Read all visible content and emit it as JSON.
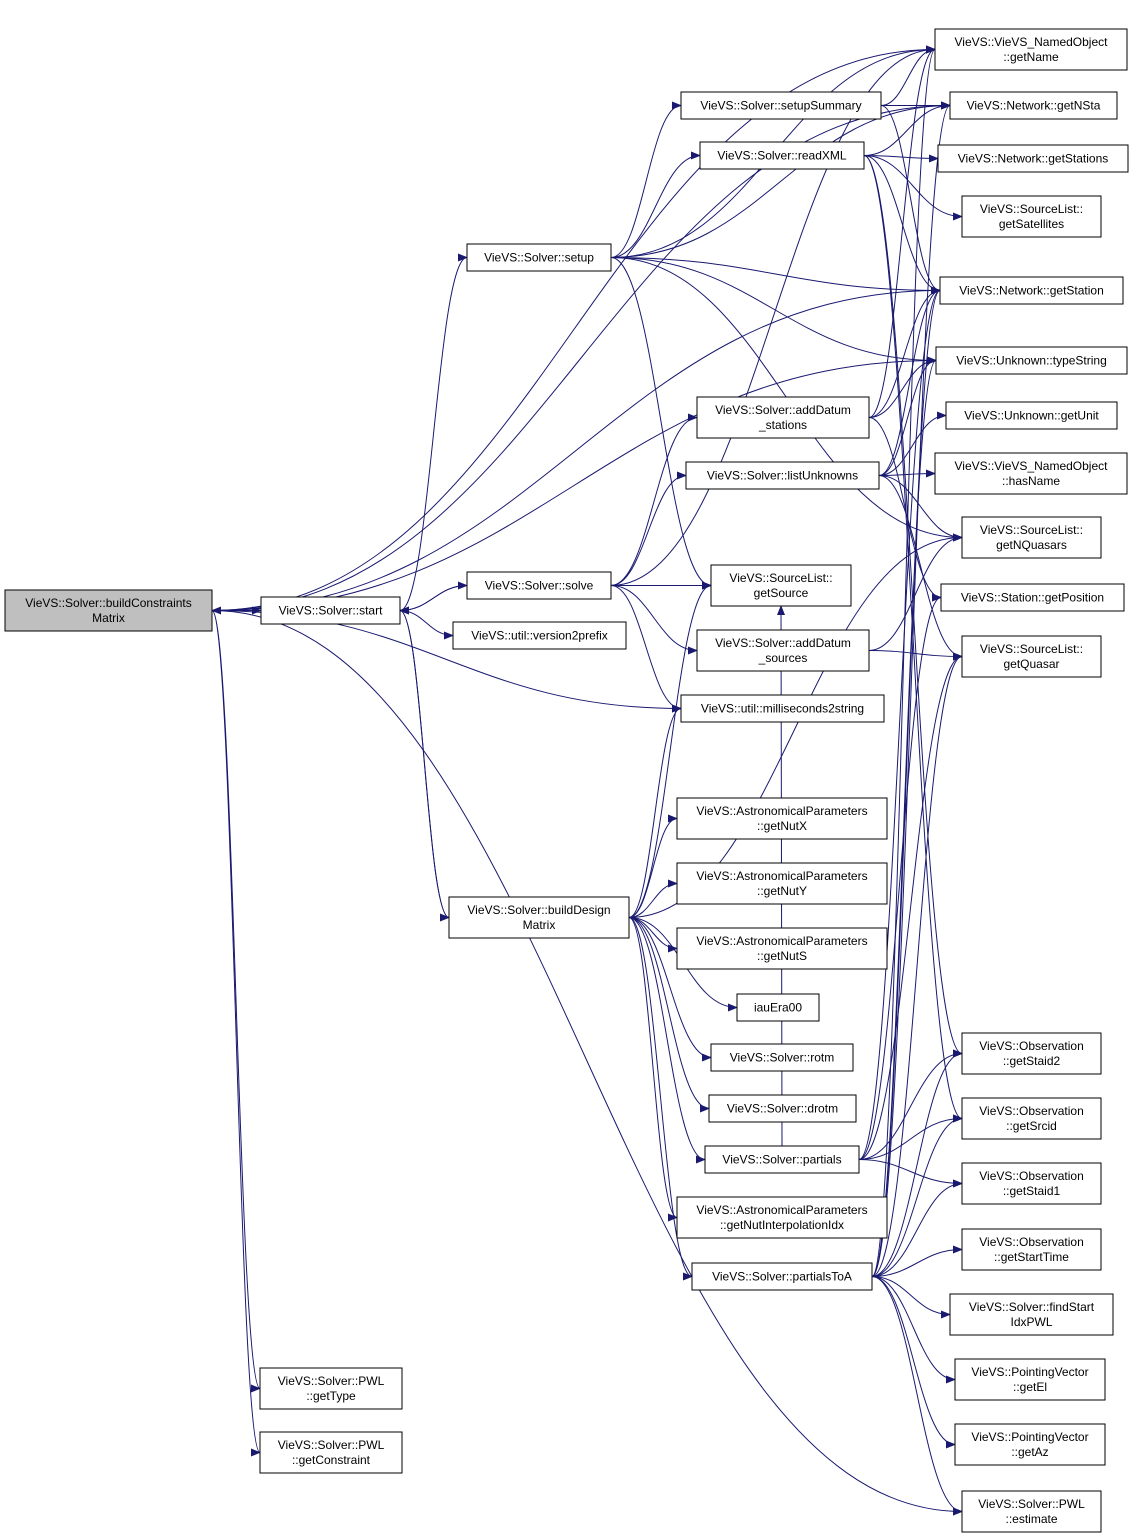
{
  "colors": {
    "edge": "#191970",
    "node_border": "#000000",
    "root_fill": "#bfbfbf",
    "node_fill": "#ffffff"
  },
  "nodes": [
    {
      "id": "bcm",
      "lines": [
        "VieVS::Solver::buildConstraints",
        "Matrix"
      ],
      "root": true
    },
    {
      "id": "start",
      "lines": [
        "VieVS::Solver::start"
      ]
    },
    {
      "id": "setup",
      "lines": [
        "VieVS::Solver::setup"
      ]
    },
    {
      "id": "solve",
      "lines": [
        "VieVS::Solver::solve"
      ]
    },
    {
      "id": "bdm",
      "lines": [
        "VieVS::Solver::buildDesign",
        "Matrix"
      ]
    },
    {
      "id": "pwltype",
      "lines": [
        "VieVS::Solver::PWL",
        "::getType"
      ]
    },
    {
      "id": "pwlcons",
      "lines": [
        "VieVS::Solver::PWL",
        "::getConstraint"
      ]
    },
    {
      "id": "setupsum",
      "lines": [
        "VieVS::Solver::setupSummary"
      ]
    },
    {
      "id": "readxml",
      "lines": [
        "VieVS::Solver::readXML"
      ]
    },
    {
      "id": "adds",
      "lines": [
        "VieVS::Solver::addDatum",
        "_stations"
      ]
    },
    {
      "id": "listu",
      "lines": [
        "VieVS::Solver::listUnknowns"
      ]
    },
    {
      "id": "getsource",
      "lines": [
        "VieVS::SourceList::",
        "getSource"
      ]
    },
    {
      "id": "adsrc",
      "lines": [
        "VieVS::Solver::addDatum",
        "_sources"
      ]
    },
    {
      "id": "v2p",
      "lines": [
        "VieVS::util::version2prefix"
      ]
    },
    {
      "id": "ms2s",
      "lines": [
        "VieVS::util::milliseconds2string"
      ]
    },
    {
      "id": "nutx",
      "lines": [
        "VieVS::AstronomicalParameters",
        "::getNutX"
      ]
    },
    {
      "id": "nuty",
      "lines": [
        "VieVS::AstronomicalParameters",
        "::getNutY"
      ]
    },
    {
      "id": "nuts",
      "lines": [
        "VieVS::AstronomicalParameters",
        "::getNutS"
      ]
    },
    {
      "id": "era",
      "lines": [
        "iauEra00"
      ]
    },
    {
      "id": "rotm",
      "lines": [
        "VieVS::Solver::rotm"
      ]
    },
    {
      "id": "drotm",
      "lines": [
        "VieVS::Solver::drotm"
      ]
    },
    {
      "id": "partials",
      "lines": [
        "VieVS::Solver::partials"
      ]
    },
    {
      "id": "nutidx",
      "lines": [
        "VieVS::AstronomicalParameters",
        "::getNutInterpolationIdx"
      ]
    },
    {
      "id": "ptoa",
      "lines": [
        "VieVS::Solver::partialsToA"
      ]
    },
    {
      "id": "getname",
      "lines": [
        "VieVS::VieVS_NamedObject",
        "::getName"
      ]
    },
    {
      "id": "getnsta",
      "lines": [
        "VieVS::Network::getNSta"
      ]
    },
    {
      "id": "getstations",
      "lines": [
        "VieVS::Network::getStations"
      ]
    },
    {
      "id": "getsats",
      "lines": [
        "VieVS::SourceList::",
        "getSatellites"
      ]
    },
    {
      "id": "getstation",
      "lines": [
        "VieVS::Network::getStation"
      ]
    },
    {
      "id": "typestr",
      "lines": [
        "VieVS::Unknown::typeString"
      ]
    },
    {
      "id": "getunit",
      "lines": [
        "VieVS::Unknown::getUnit"
      ]
    },
    {
      "id": "hasname",
      "lines": [
        "VieVS::VieVS_NamedObject",
        "::hasName"
      ]
    },
    {
      "id": "getnq",
      "lines": [
        "VieVS::SourceList::",
        "getNQuasars"
      ]
    },
    {
      "id": "getpos",
      "lines": [
        "VieVS::Station::getPosition"
      ]
    },
    {
      "id": "getq",
      "lines": [
        "VieVS::SourceList::",
        "getQuasar"
      ]
    },
    {
      "id": "staid2",
      "lines": [
        "VieVS::Observation",
        "::getStaid2"
      ]
    },
    {
      "id": "srcid",
      "lines": [
        "VieVS::Observation",
        "::getSrcid"
      ]
    },
    {
      "id": "staid1",
      "lines": [
        "VieVS::Observation",
        "::getStaid1"
      ]
    },
    {
      "id": "starttime",
      "lines": [
        "VieVS::Observation",
        "::getStartTime"
      ]
    },
    {
      "id": "findstart",
      "lines": [
        "VieVS::Solver::findStart",
        "IdxPWL"
      ]
    },
    {
      "id": "getel",
      "lines": [
        "VieVS::PointingVector",
        "::getEl"
      ]
    },
    {
      "id": "getaz",
      "lines": [
        "VieVS::PointingVector",
        "::getAz"
      ]
    },
    {
      "id": "estimate",
      "lines": [
        "VieVS::Solver::PWL",
        "::estimate"
      ]
    }
  ],
  "edges": [
    [
      "bcm",
      "start"
    ],
    [
      "bcm",
      "getname"
    ],
    [
      "bcm",
      "getnsta"
    ],
    [
      "bcm",
      "getstation"
    ],
    [
      "bcm",
      "typestr"
    ],
    [
      "bcm",
      "ms2s"
    ],
    [
      "bcm",
      "pwltype"
    ],
    [
      "bcm",
      "pwlcons"
    ],
    [
      "bcm",
      "estimate"
    ],
    [
      "start",
      "bcm"
    ],
    [
      "start",
      "setup"
    ],
    [
      "start",
      "solve"
    ],
    [
      "start",
      "v2p"
    ],
    [
      "start",
      "bdm"
    ],
    [
      "setup",
      "setupsum"
    ],
    [
      "setup",
      "readxml"
    ],
    [
      "setup",
      "getname"
    ],
    [
      "setup",
      "getnsta"
    ],
    [
      "setup",
      "getstation"
    ],
    [
      "setup",
      "typestr"
    ],
    [
      "setup",
      "getsource"
    ],
    [
      "setup",
      "getnq"
    ],
    [
      "solve",
      "start"
    ],
    [
      "solve",
      "adds"
    ],
    [
      "solve",
      "listu"
    ],
    [
      "solve",
      "getsource"
    ],
    [
      "solve",
      "adsrc"
    ],
    [
      "solve",
      "ms2s"
    ],
    [
      "solve",
      "getname"
    ],
    [
      "setupsum",
      "getname"
    ],
    [
      "setupsum",
      "getnsta"
    ],
    [
      "setupsum",
      "getstation"
    ],
    [
      "readxml",
      "getnsta"
    ],
    [
      "readxml",
      "getstations"
    ],
    [
      "readxml",
      "getsats"
    ],
    [
      "readxml",
      "getstation"
    ],
    [
      "readxml",
      "staid2"
    ],
    [
      "readxml",
      "srcid"
    ],
    [
      "adds",
      "getname"
    ],
    [
      "adds",
      "getstation"
    ],
    [
      "adds",
      "typestr"
    ],
    [
      "adds",
      "getpos"
    ],
    [
      "listu",
      "getunit"
    ],
    [
      "listu",
      "hasname"
    ],
    [
      "listu",
      "getnq"
    ],
    [
      "listu",
      "getq"
    ],
    [
      "listu",
      "typestr"
    ],
    [
      "listu",
      "getstation"
    ],
    [
      "adsrc",
      "getnq"
    ],
    [
      "adsrc",
      "getq"
    ],
    [
      "bdm",
      "start"
    ],
    [
      "bdm",
      "getsource"
    ],
    [
      "bdm",
      "ms2s"
    ],
    [
      "bdm",
      "nutx"
    ],
    [
      "bdm",
      "nuty"
    ],
    [
      "bdm",
      "nuts"
    ],
    [
      "bdm",
      "era"
    ],
    [
      "bdm",
      "rotm"
    ],
    [
      "bdm",
      "drotm"
    ],
    [
      "bdm",
      "partials"
    ],
    [
      "bdm",
      "nutidx"
    ],
    [
      "bdm",
      "ptoa"
    ],
    [
      "bdm",
      "getnq"
    ],
    [
      "partials",
      "staid2"
    ],
    [
      "partials",
      "srcid"
    ],
    [
      "partials",
      "staid1"
    ],
    [
      "partials",
      "getq"
    ],
    [
      "partials",
      "getstation"
    ],
    [
      "partials",
      "getpos"
    ],
    [
      "partials",
      "getsource"
    ],
    [
      "ptoa",
      "staid2"
    ],
    [
      "ptoa",
      "srcid"
    ],
    [
      "ptoa",
      "staid1"
    ],
    [
      "ptoa",
      "starttime"
    ],
    [
      "ptoa",
      "findstart"
    ],
    [
      "ptoa",
      "getel"
    ],
    [
      "ptoa",
      "getaz"
    ],
    [
      "ptoa",
      "estimate"
    ],
    [
      "ptoa",
      "getq"
    ],
    [
      "ptoa",
      "getstation"
    ],
    [
      "ptoa",
      "typestr"
    ],
    [
      "ptoa",
      "getnsta"
    ],
    [
      "ptoa",
      "getname"
    ]
  ]
}
